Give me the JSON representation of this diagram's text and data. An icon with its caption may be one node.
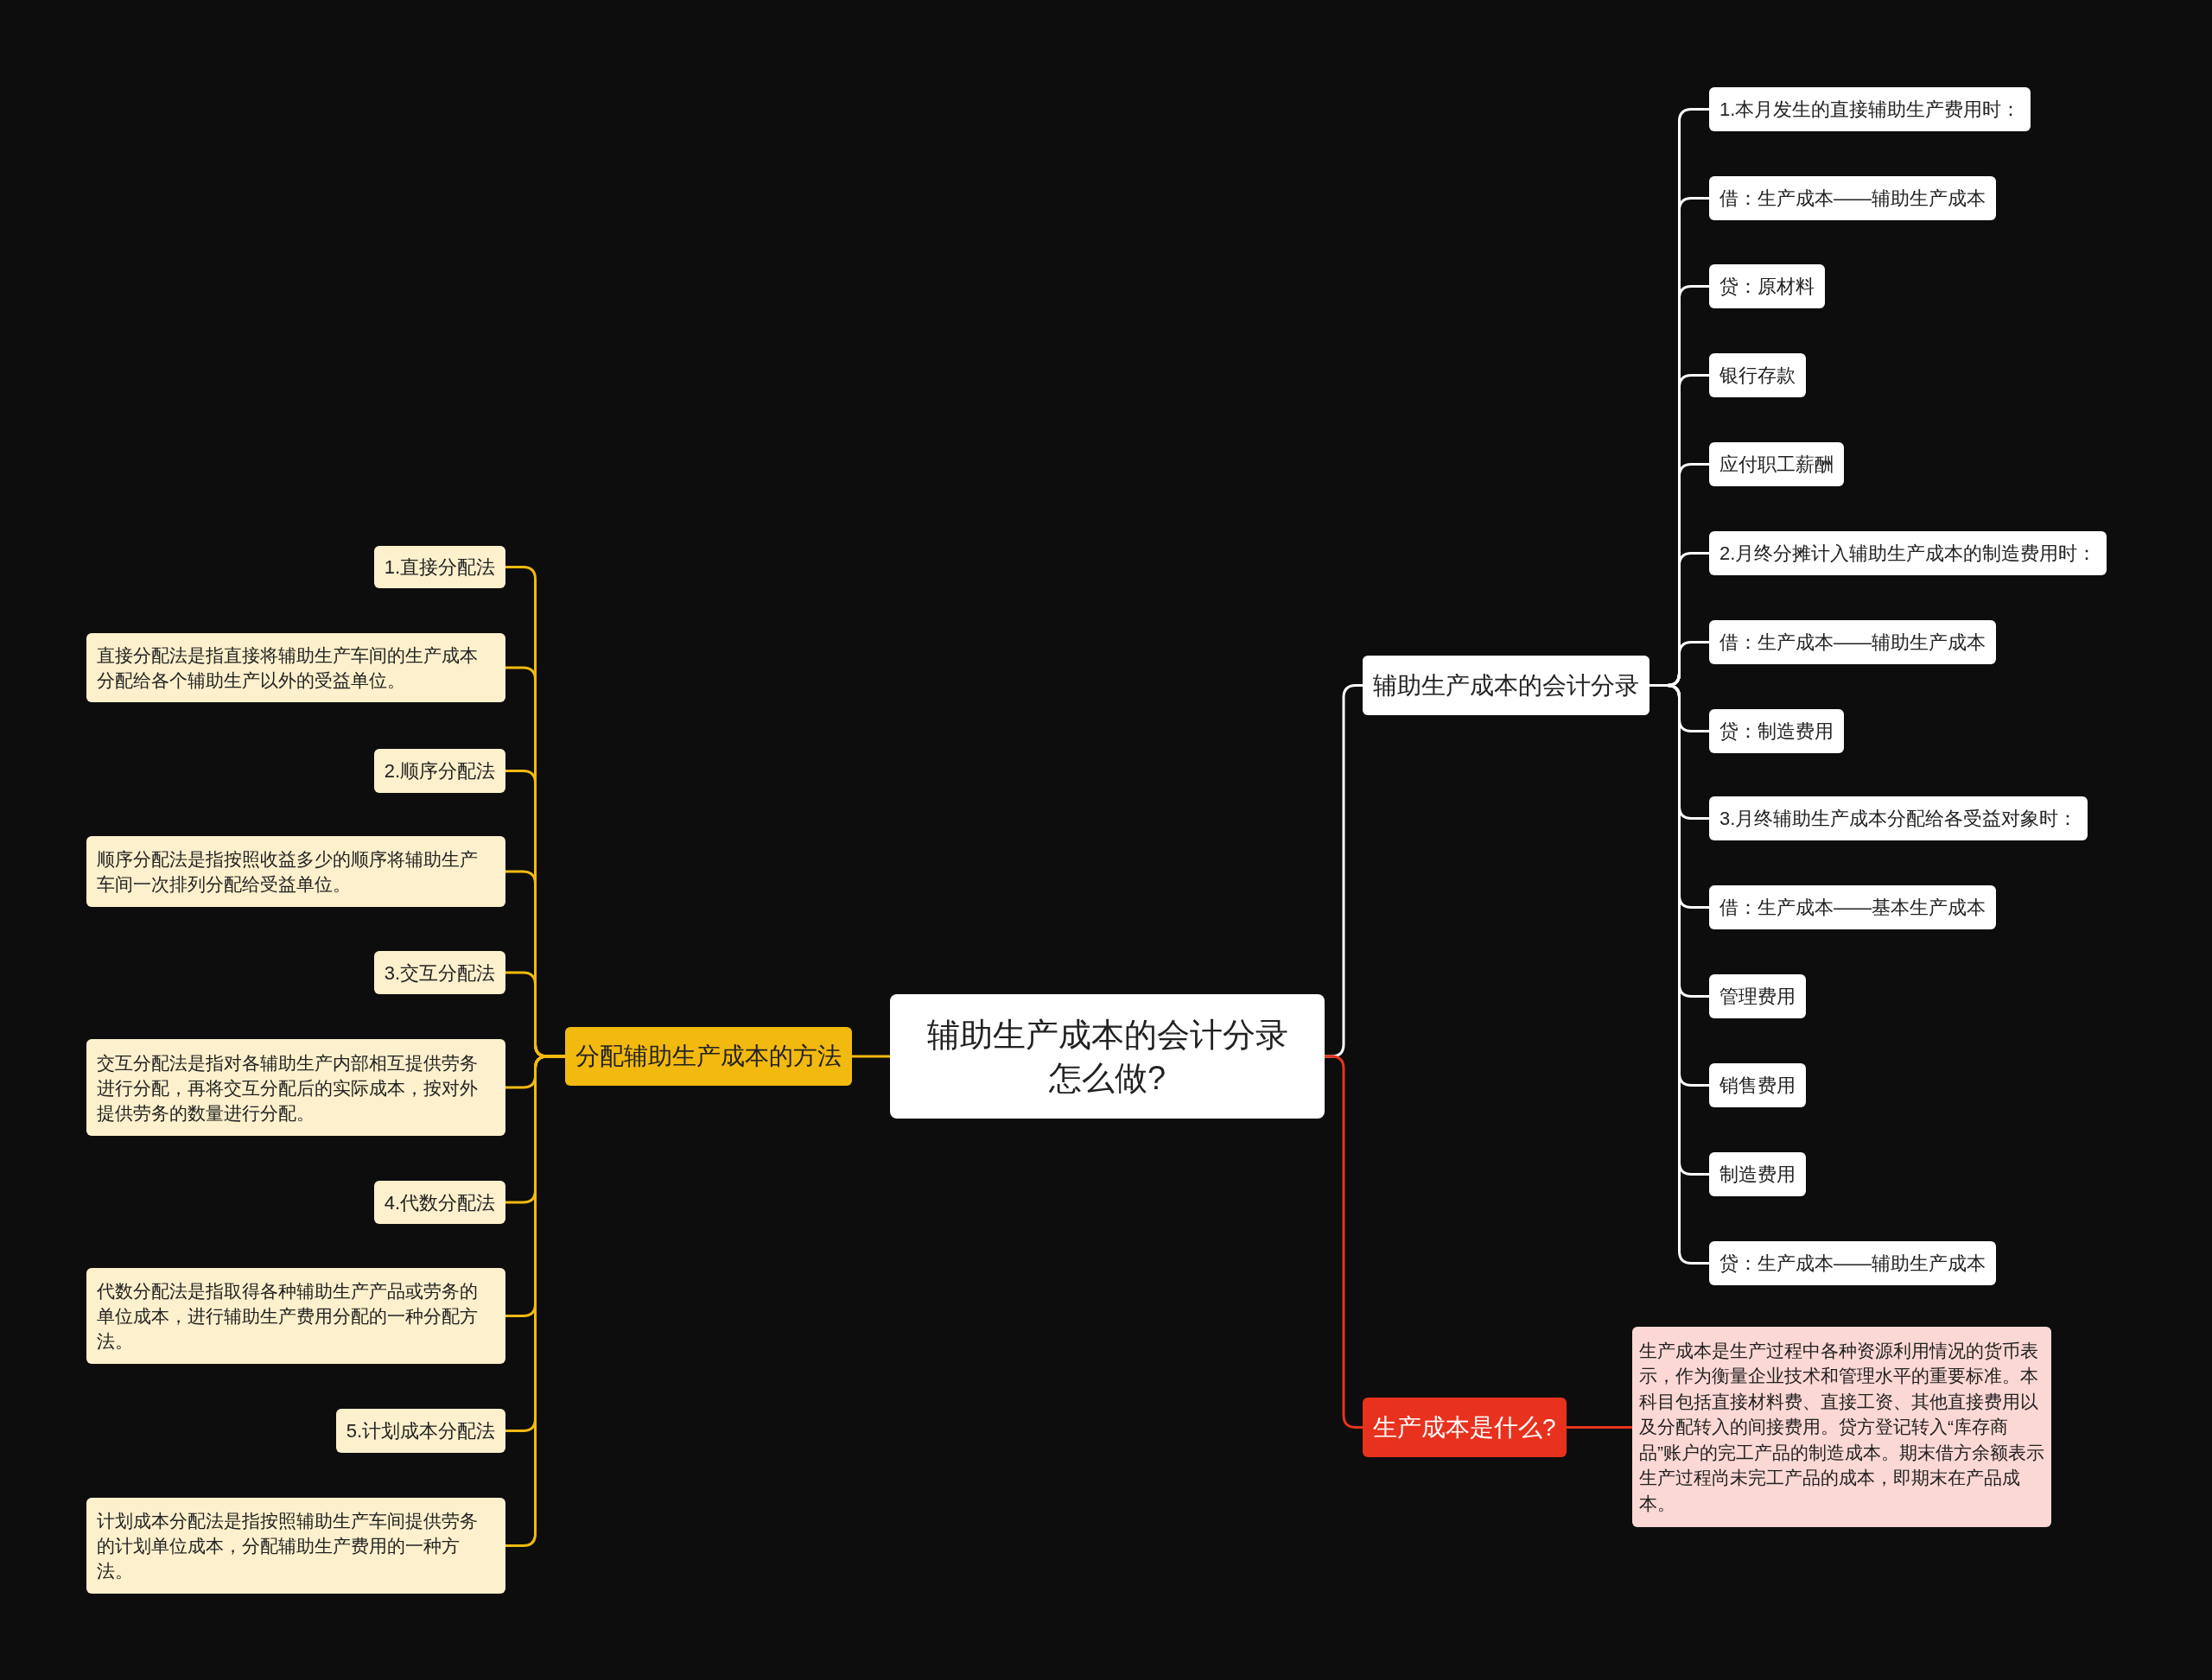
{
  "diagram": {
    "nodes": [
      {
        "text": [
          "辅助生产成本的会计分录怎么做?"
        ]
      },
      {
        "text": [
          "分配辅助生产成本的方法"
        ]
      },
      {
        "text": [
          "1.直接分配法"
        ]
      },
      {
        "text": [
          "直接分配法是指直接将辅助生产车间的生产成本分配给各个辅助生产以外的受益单位。"
        ]
      },
      {
        "text": [
          "2.顺序分配法"
        ]
      },
      {
        "text": [
          "顺序分配法是指按照收益多少的顺序将辅助生产车间一次排列分配给受益单位。"
        ]
      },
      {
        "text": [
          "3.交互分配法"
        ]
      },
      {
        "text": [
          "交互分配法是指对各辅助生产内部相互提供劳务进行分配，再将交互分配后的实际成本，按对外提供劳务的数量进行分配。"
        ]
      },
      {
        "text": [
          "4.代数分配法"
        ]
      },
      {
        "text": [
          "代数分配法是指取得各种辅助生产产品或劳务的单位成本，进行辅助生产费用分配的一种分配方法。"
        ]
      },
      {
        "text": [
          "5.计划成本分配法"
        ]
      },
      {
        "text": [
          "计划成本分配法是指按照辅助生产车间提供劳务的计划单位成本，分配辅助生产费用的一种方法。"
        ]
      },
      {
        "text": [
          "辅助生产成本的会计分录"
        ]
      },
      {
        "text": [
          "1.本月发生的直接辅助生产费用时："
        ]
      },
      {
        "text": [
          "借：生产成本——辅助生产成本"
        ]
      },
      {
        "text": [
          "贷：原材料"
        ]
      },
      {
        "text": [
          "银行存款"
        ]
      },
      {
        "text": [
          "应付职工薪酬"
        ]
      },
      {
        "text": [
          "2.月终分摊计入辅助生产成本的制造费用时："
        ]
      },
      {
        "text": [
          "借：生产成本——辅助生产成本"
        ]
      },
      {
        "text": [
          "贷：制造费用"
        ]
      },
      {
        "text": [
          "3.月终辅助生产成本分配给各受益对象时："
        ]
      },
      {
        "text": [
          "借：生产成本——基本生产成本"
        ]
      },
      {
        "text": [
          "管理费用"
        ]
      },
      {
        "text": [
          "销售费用"
        ]
      },
      {
        "text": [
          "制造费用"
        ]
      },
      {
        "text": [
          "贷：生产成本——辅助生产成本"
        ]
      },
      {
        "text": [
          "生产成本是什么?"
        ]
      },
      {
        "text": [
          "生产成本是生产过程中各种资源利用情况的货币表示，作为衡量企业技术和管理水平的重要标准。本科目包括直接材料费、直接工资、其他直接费用以及分配转入的间接费用。贷方登记转入“库存商品”账户的完工产品的制造成本。期末借方余额表示生产过程尚未完工产品的成本，即期末在产品成本。"
        ]
      }
    ],
    "edges": [
      {
        "from": 0,
        "to": 1,
        "arrow": "none",
        "color": "#f2b90f"
      },
      {
        "from": 1,
        "to": 2,
        "arrow": "none",
        "color": "#f2b90f"
      },
      {
        "from": 1,
        "to": 3,
        "arrow": "none",
        "color": "#f2b90f"
      },
      {
        "from": 1,
        "to": 4,
        "arrow": "none",
        "color": "#f2b90f"
      },
      {
        "from": 1,
        "to": 5,
        "arrow": "none",
        "color": "#f2b90f"
      },
      {
        "from": 1,
        "to": 6,
        "arrow": "none",
        "color": "#f2b90f"
      },
      {
        "from": 1,
        "to": 7,
        "arrow": "none",
        "color": "#f2b90f"
      },
      {
        "from": 1,
        "to": 8,
        "arrow": "none",
        "color": "#f2b90f"
      },
      {
        "from": 1,
        "to": 9,
        "arrow": "none",
        "color": "#f2b90f"
      },
      {
        "from": 1,
        "to": 10,
        "arrow": "none",
        "color": "#f2b90f"
      },
      {
        "from": 1,
        "to": 11,
        "arrow": "none",
        "color": "#f2b90f"
      },
      {
        "from": 0,
        "to": 12,
        "arrow": "none"
      },
      {
        "from": 12,
        "to": 13,
        "arrow": "none"
      },
      {
        "from": 12,
        "to": 14,
        "arrow": "none"
      },
      {
        "from": 12,
        "to": 15,
        "arrow": "none"
      },
      {
        "from": 12,
        "to": 16,
        "arrow": "none"
      },
      {
        "from": 12,
        "to": 17,
        "arrow": "none"
      },
      {
        "from": 12,
        "to": 18,
        "arrow": "none"
      },
      {
        "from": 12,
        "to": 19,
        "arrow": "none"
      },
      {
        "from": 12,
        "to": 20,
        "arrow": "none"
      },
      {
        "from": 12,
        "to": 21,
        "arrow": "none"
      },
      {
        "from": 12,
        "to": 22,
        "arrow": "none"
      },
      {
        "from": 12,
        "to": 23,
        "arrow": "none"
      },
      {
        "from": 12,
        "to": 24,
        "arrow": "none"
      },
      {
        "from": 12,
        "to": 25,
        "arrow": "none"
      },
      {
        "from": 12,
        "to": 26,
        "arrow": "none"
      },
      {
        "from": 0,
        "to": 27,
        "arrow": "none",
        "color": "#e8321e"
      },
      {
        "from": 27,
        "to": 28,
        "arrow": "none",
        "color": "#e8321e"
      }
    ]
  }
}
